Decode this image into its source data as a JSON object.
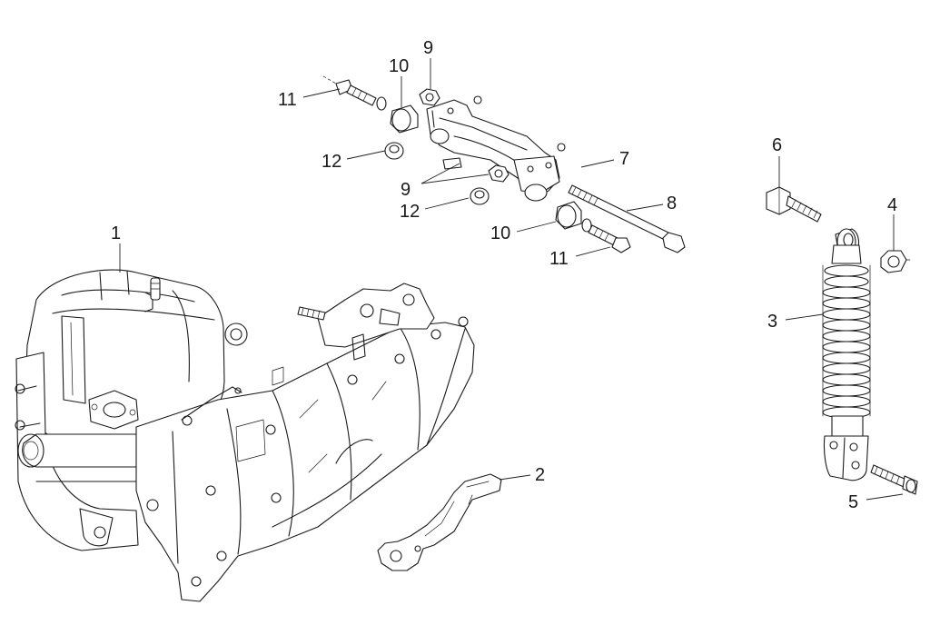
{
  "diagram": {
    "callouts": [
      {
        "id": "c1",
        "label": "1"
      },
      {
        "id": "c2",
        "label": "2"
      },
      {
        "id": "c3",
        "label": "3"
      },
      {
        "id": "c4",
        "label": "4"
      },
      {
        "id": "c5",
        "label": "5"
      },
      {
        "id": "c6",
        "label": "6"
      },
      {
        "id": "c7",
        "label": "7"
      },
      {
        "id": "c8",
        "label": "8"
      },
      {
        "id": "c9a",
        "label": "9"
      },
      {
        "id": "c9b",
        "label": "9"
      },
      {
        "id": "c10a",
        "label": "10"
      },
      {
        "id": "c10b",
        "label": "10"
      },
      {
        "id": "c11a",
        "label": "11"
      },
      {
        "id": "c11b",
        "label": "11"
      },
      {
        "id": "c12a",
        "label": "12"
      },
      {
        "id": "c12b",
        "label": "12"
      }
    ]
  }
}
